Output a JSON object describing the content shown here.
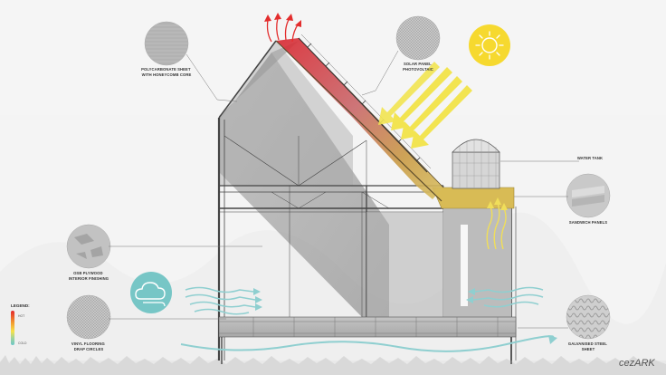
{
  "labels": {
    "polycarbonate": [
      "POLYCARBONATE SHEET",
      "WITH HONEYCOMB CORE"
    ],
    "solar": [
      "SOLAR PANEL",
      "PHOTOVOLTAIC"
    ],
    "water_tank": [
      "WATER TANK"
    ],
    "sandwich": [
      "SANDWICH PANELS"
    ],
    "osb": [
      "OSB PLYWOOD",
      "INTERIOR FINISHING"
    ],
    "vinyl": [
      "VINYL FLOORING",
      "DRAP CIRCLES"
    ],
    "galvanised": [
      "GALVANISED STEEL",
      "SHEET"
    ]
  },
  "legend": {
    "title": "LEGEND:",
    "hot": "HOT",
    "cold": "COLD",
    "gradient_colors": [
      "#e3262b",
      "#f29a2e",
      "#f6e24a",
      "#9fd39c",
      "#6cc6c9"
    ]
  },
  "logo": "cezARK",
  "colors": {
    "sun": "#f6d92f",
    "sun_rays": "#f2e451",
    "wind": "#8fcfd0",
    "wind_circle": "#77c6c6",
    "hot_arrows": "#e32d2d",
    "warm_arrows": "#f0de5a",
    "structure": "#4a4a4a",
    "panel_gray": "#b9b9b9"
  },
  "icons": {
    "sun": "sun-icon",
    "wind": "wind-cloud-icon"
  }
}
